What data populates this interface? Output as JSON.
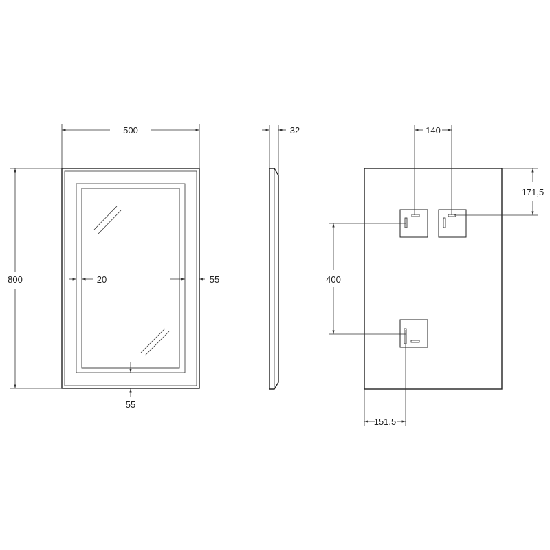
{
  "diagram": {
    "front_view": {
      "width_label": "500",
      "height_label": "800",
      "inner_gap_label": "20",
      "side_frame_label": "55",
      "bottom_frame_label": "55"
    },
    "side_view": {
      "depth_label": "32"
    },
    "back_view": {
      "bracket_spacing_label": "140",
      "top_offset_label": "171,5",
      "vertical_spacing_label": "400",
      "left_offset_label": "151,5"
    }
  }
}
